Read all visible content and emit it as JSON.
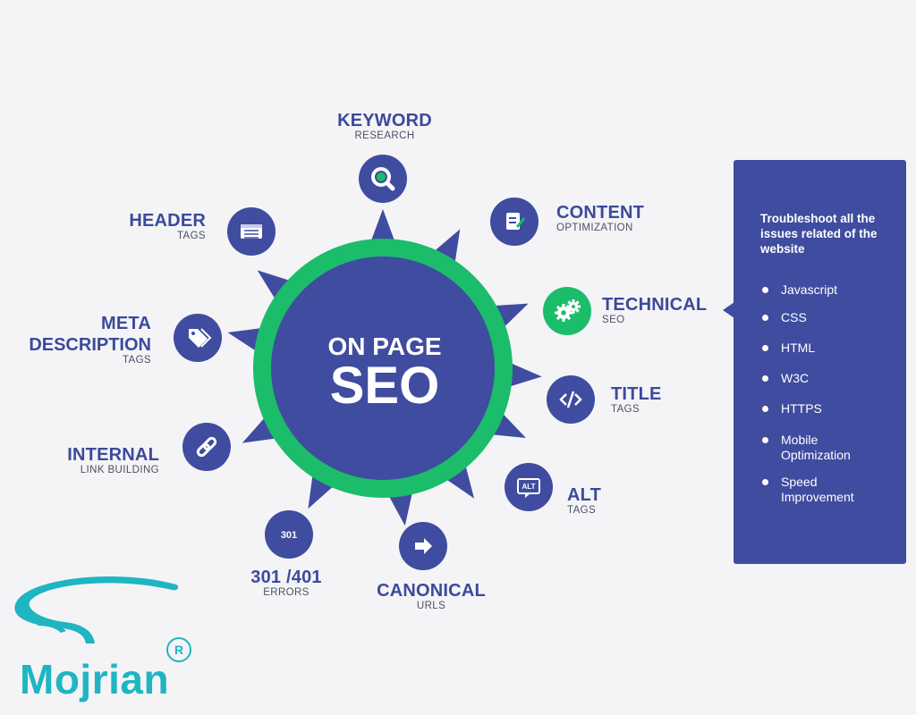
{
  "diagram": {
    "center": {
      "line1": "ON PAGE",
      "line2": "SEO"
    },
    "nodes": [
      {
        "id": "keyword",
        "title": "KEYWORD",
        "subtitle": "RESEARCH",
        "icon": "search-icon"
      },
      {
        "id": "content",
        "title": "CONTENT",
        "subtitle": "OPTIMIZATION",
        "icon": "document-edit-icon"
      },
      {
        "id": "technical",
        "title": "TECHNICAL",
        "subtitle": "SEO",
        "icon": "gears-icon",
        "highlighted": true
      },
      {
        "id": "title",
        "title": "TITLE",
        "subtitle": "TAGS",
        "icon": "code-icon"
      },
      {
        "id": "alt",
        "title": "ALT",
        "subtitle": "TAGS",
        "icon": "alt-icon",
        "icon_text": "ALT"
      },
      {
        "id": "canonical",
        "title": "CANONICAL",
        "subtitle": "URLS",
        "icon": "arrow-right-icon"
      },
      {
        "id": "errors",
        "title": "301 /401",
        "subtitle": "ERRORS",
        "icon": "301-icon",
        "icon_text": "301"
      },
      {
        "id": "internal",
        "title": "INTERNAL",
        "subtitle": "LINK BUILDING",
        "icon": "link-icon"
      },
      {
        "id": "meta",
        "title": "META",
        "title2": "DESCRIPTION",
        "subtitle": "TAGS",
        "icon": "tag-icon"
      },
      {
        "id": "header",
        "title": "HEADER",
        "subtitle": "TAGS",
        "icon": "header-tag-icon"
      }
    ]
  },
  "panel": {
    "title": "Troubleshoot all the issues related of the website",
    "items": [
      "Javascript",
      "CSS",
      "HTML",
      "W3C",
      "HTTPS",
      "Mobile Optimization",
      "Speed Improvement"
    ]
  },
  "logo": {
    "text": "Mojrian",
    "mark": "R"
  },
  "colors": {
    "navy": "#3f4c9f",
    "green": "#1bbd6a",
    "text_blue": "#3b4a9b",
    "logo_teal": "#1fb5c2",
    "background": "#f4f4f6"
  }
}
